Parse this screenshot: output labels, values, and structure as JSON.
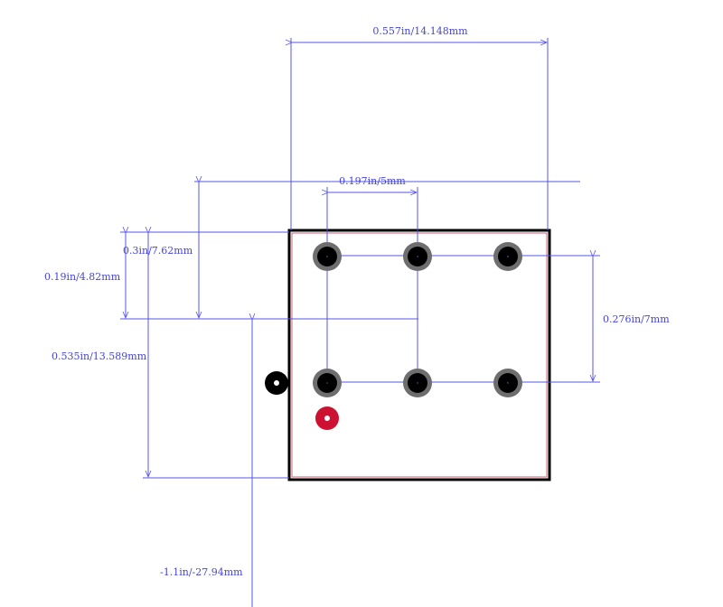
{
  "dimensions": {
    "overall_width": "0.557in/14.148mm",
    "pin_pitch": "0.197in/5mm",
    "row_offset": "0.3in/7.62mm",
    "top_to_row": "0.19in/4.82mm",
    "overall_height": "0.535in/13.589mm",
    "row_spacing": "0.276in/7mm",
    "origin_offset": "-1.1in/-27.94mm"
  },
  "pads": {
    "top_row": [
      "2",
      "4",
      "6"
    ],
    "bottom_row": [
      "1",
      "3",
      "5"
    ]
  },
  "colors": {
    "dimension": "#5555ee",
    "outline": "#000000",
    "courtyard": "#d06070",
    "pad_ring": "#6e6e6e",
    "pad_hole": "#000000",
    "pin1_marker": "#000000",
    "origin_marker": "#cc1133"
  }
}
